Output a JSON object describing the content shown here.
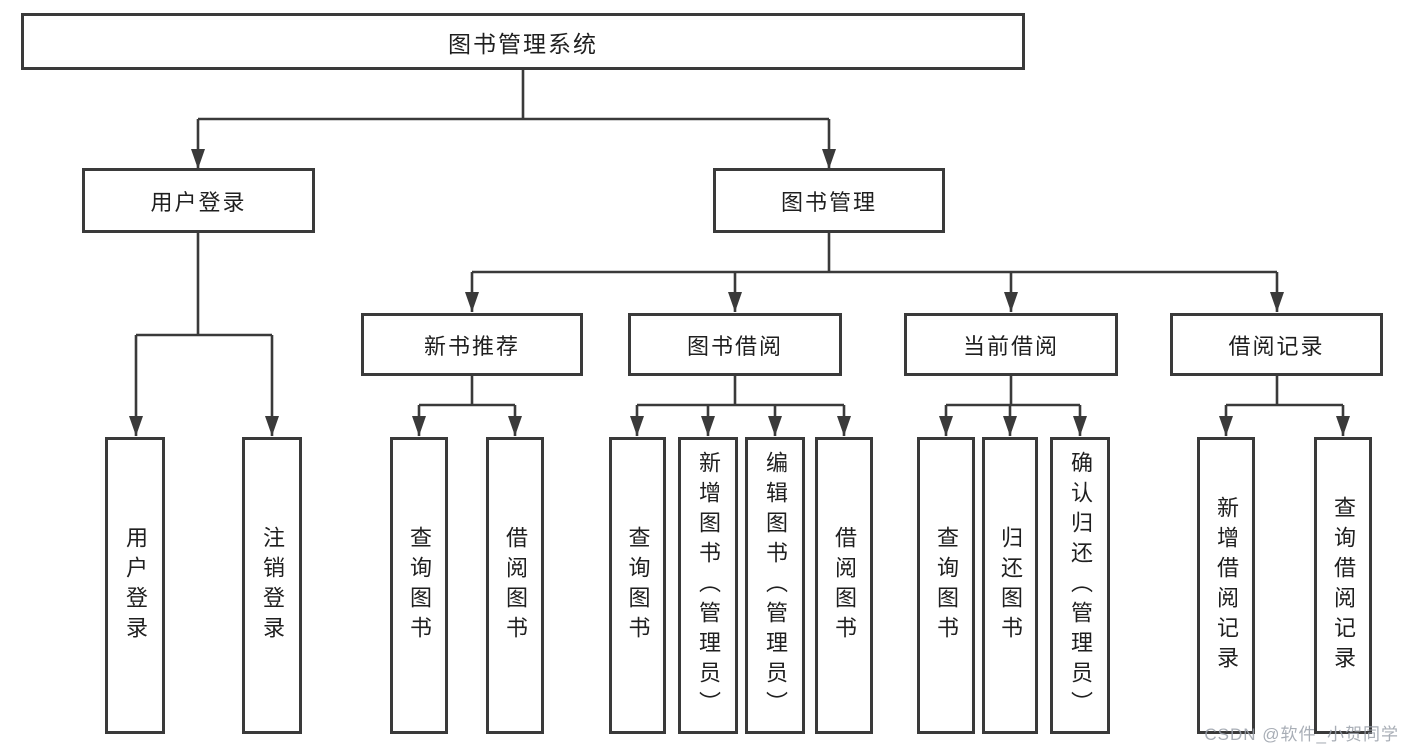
{
  "diagram_type": "hierarchy-tree",
  "colors": {
    "background": "#ffffff",
    "line": "#3a3a3a",
    "box_border": "#3a3a3a",
    "text": "#1f1f1f",
    "watermark": "#9aa0aa"
  },
  "watermark": "CSDN @软件_小贺同学",
  "tree": {
    "label": "图书管理系统",
    "children": [
      {
        "label": "用户登录",
        "children": [
          {
            "label": "用户登录"
          },
          {
            "label": "注销登录"
          }
        ]
      },
      {
        "label": "图书管理",
        "children": [
          {
            "label": "新书推荐",
            "children": [
              {
                "label": "查询图书"
              },
              {
                "label": "借阅图书"
              }
            ]
          },
          {
            "label": "图书借阅",
            "children": [
              {
                "label": "查询图书"
              },
              {
                "label": "新增图书（管理员）"
              },
              {
                "label": "编辑图书（管理员）"
              },
              {
                "label": "借阅图书"
              }
            ]
          },
          {
            "label": "当前借阅",
            "children": [
              {
                "label": "查询图书"
              },
              {
                "label": "归还图书"
              },
              {
                "label": "确认归还（管理员）"
              }
            ]
          },
          {
            "label": "借阅记录",
            "children": [
              {
                "label": "新增借阅记录"
              },
              {
                "label": "查询借阅记录"
              }
            ]
          }
        ]
      }
    ]
  }
}
